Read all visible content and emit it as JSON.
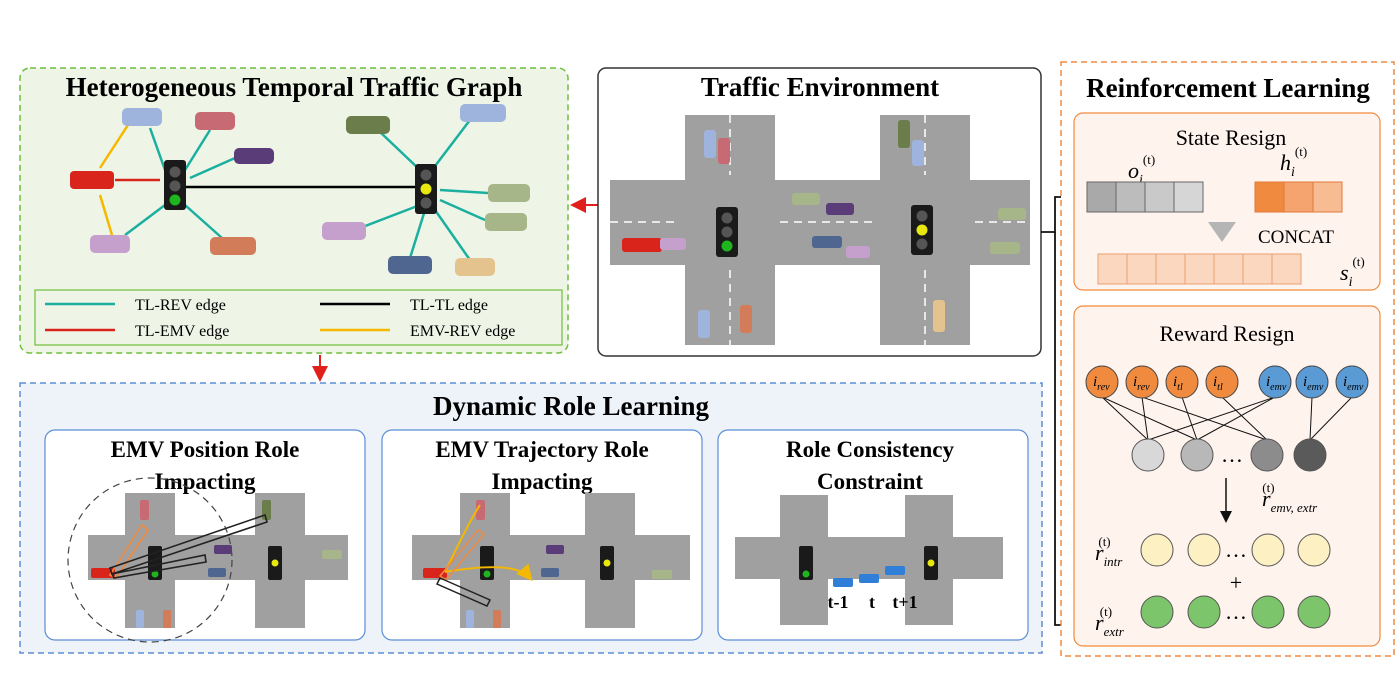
{
  "panels": {
    "graph": {
      "title": "Heterogeneous Temporal Traffic Graph",
      "legend": [
        {
          "label": "TL-REV edge",
          "color": "#1aaf9f"
        },
        {
          "label": "TL-TL edge",
          "color": "#000000"
        },
        {
          "label": "TL-EMV edge",
          "color": "#d9241c"
        },
        {
          "label": "EMV-REV edge",
          "color": "#f5b800"
        }
      ]
    },
    "env": {
      "title": "Traffic Environment"
    },
    "rl": {
      "title": "Reinforcement Learning",
      "state": {
        "title": "State Resign",
        "obs_base": "o",
        "obs_sub": "i",
        "obs_sup": "(t)",
        "hid_base": "h",
        "hid_sub": "i",
        "hid_sup": "(t)",
        "concat": "CONCAT",
        "state_base": "s",
        "state_sub": "i",
        "state_sup": "(t)"
      },
      "reward": {
        "title": "Reward Resign",
        "nodes": [
          {
            "sub": "rev",
            "color": "orange"
          },
          {
            "sub": "rev",
            "color": "orange"
          },
          {
            "sub": "tl",
            "color": "orange"
          },
          {
            "sub": "tl",
            "color": "orange"
          },
          {
            "sub": "emv",
            "color": "blue"
          },
          {
            "sub": "emv",
            "color": "blue"
          },
          {
            "sub": "emv",
            "color": "blue"
          }
        ],
        "node_base": "i",
        "ellipsis": "…",
        "r_emv_base": "r",
        "r_emv_sub": "emv, extr",
        "r_emv_sup": "(t)",
        "r_intr_base": "r",
        "r_intr_sub": "intr",
        "r_intr_sup": "(t)",
        "plus": "+",
        "r_extr_base": "r",
        "r_extr_sub": "extr",
        "r_extr_sup": "(t)"
      }
    },
    "drl": {
      "title": "Dynamic Role Learning",
      "sub": [
        {
          "title_line1": "EMV Position Role",
          "title_line2": "Impacting"
        },
        {
          "title_line1": "EMV Trajectory Role",
          "title_line2": "Impacting"
        },
        {
          "title_line1": "Role Consistency",
          "title_line2": "Constraint"
        }
      ],
      "time_labels": [
        "t-1",
        "t",
        "t+1"
      ]
    }
  },
  "colors": {
    "orange_node": "#f08a3e",
    "blue_node": "#5b9bd5",
    "yellow_node": "#fdf0c2",
    "green_node": "#7dc56b",
    "road": "#9a9a9a",
    "graph_bg": "#eef5e6",
    "drl_bg": "#eef2f9",
    "rl_bg": "#fff3ee"
  }
}
